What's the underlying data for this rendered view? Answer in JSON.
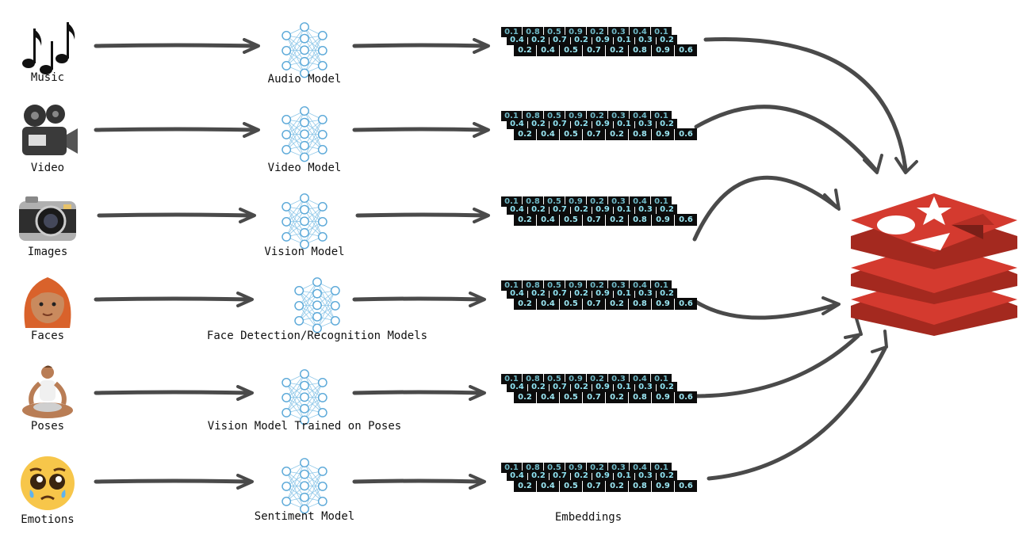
{
  "rows": [
    {
      "source": "Music",
      "icon": "music-notes-icon",
      "model": "Audio Model"
    },
    {
      "source": "Video",
      "icon": "movie-camera-icon",
      "model": "Video Model"
    },
    {
      "source": "Images",
      "icon": "camera-icon",
      "model": "Vision Model"
    },
    {
      "source": "Faces",
      "icon": "woman-face-icon",
      "model": "Face Detection/Recognition Models"
    },
    {
      "source": "Poses",
      "icon": "meditation-pose-icon",
      "model": "Vision Model Trained on Poses"
    },
    {
      "source": "Emotions",
      "icon": "pleading-face-icon",
      "model": "Sentiment Model"
    }
  ],
  "embedding_values": {
    "back": [
      "0.1",
      "0.8",
      "0.5",
      "0.9",
      "0.2",
      "0.3",
      "0.4",
      "0.1"
    ],
    "middle": [
      "0.4",
      "0.2",
      "0.7",
      "0.2",
      "0.9",
      "0.1",
      "0.3",
      "0.2"
    ],
    "front": [
      "0.2",
      "0.4",
      "0.5",
      "0.7",
      "0.2",
      "0.8",
      "0.9",
      "0.6"
    ]
  },
  "embeddings_caption": "Embeddings",
  "target": {
    "icon": "redis-logo-icon"
  },
  "colors": {
    "arrow": "#4a4a4a",
    "redis_top": "#d43a2f",
    "redis_side": "#a4291f",
    "neural_net": "#5aa8d8",
    "embedding_text": "#8fe3f2"
  }
}
